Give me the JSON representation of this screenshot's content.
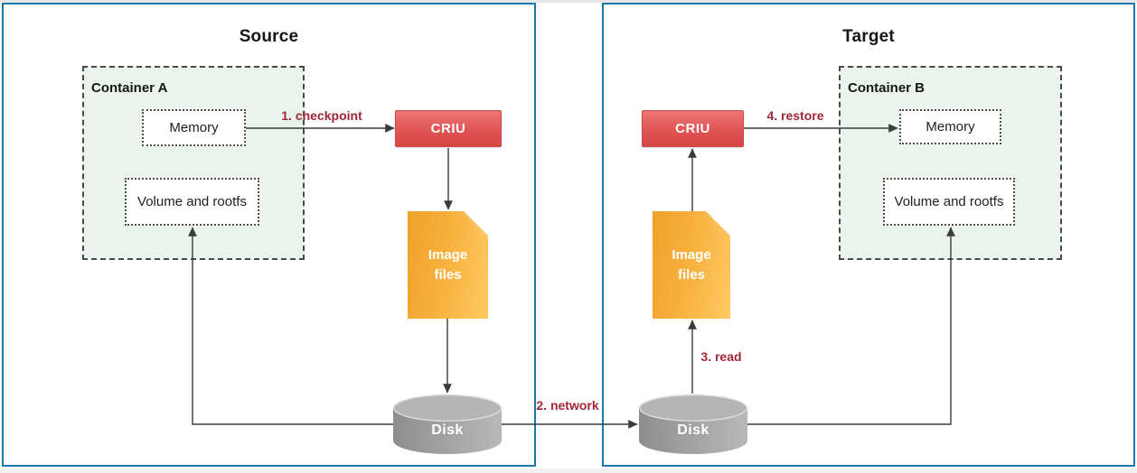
{
  "colors": {
    "panel_border": "#1878AE",
    "container_fill": "#EAF3EC",
    "criu_red_top": "#EE7473",
    "criu_red_bottom": "#D84444",
    "image_orange_dark": "#F0A12C",
    "image_orange_light": "#FFC963",
    "disk_gray": "#9A9A9A",
    "step_label_red": "#A32638"
  },
  "source_panel": {
    "title": "Source",
    "container_label": "Container A",
    "memory_label": "Memory",
    "volume_label": "Volume and rootfs",
    "criu_label": "CRIU",
    "image_files_label": "Image files",
    "disk_label": "Disk"
  },
  "target_panel": {
    "title": "Target",
    "container_label": "Container B",
    "memory_label": "Memory",
    "volume_label": "Volume and rootfs",
    "criu_label": "CRIU",
    "image_files_label": "Image files",
    "disk_label": "Disk"
  },
  "step_labels": {
    "checkpoint": "1. checkpoint",
    "network": "2. network",
    "read": "3. read",
    "restore": "4. restore"
  }
}
